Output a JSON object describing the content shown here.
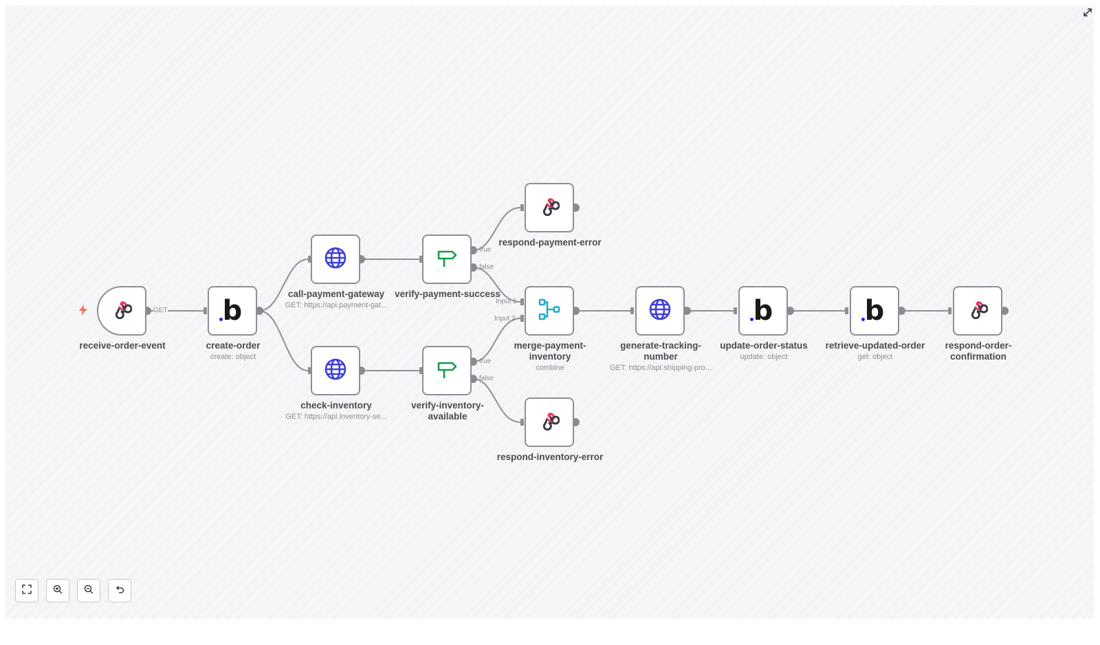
{
  "workflow": {
    "nodes": [
      {
        "id": "receive-order-event",
        "title": "receive-order-event",
        "subtitle": "",
        "icon": "webhook-icon"
      },
      {
        "id": "create-order",
        "title": "create-order",
        "subtitle": "create: object",
        "icon": "b-logo-icon"
      },
      {
        "id": "call-payment-gateway",
        "title": "call-payment-gateway",
        "subtitle": "GET: https://api.payment-gat...",
        "icon": "globe-icon"
      },
      {
        "id": "check-inventory",
        "title": "check-inventory",
        "subtitle": "GET: https://api.inventory-se...",
        "icon": "globe-icon"
      },
      {
        "id": "verify-payment-success",
        "title": "verify-payment-success",
        "subtitle": "",
        "icon": "signpost-icon"
      },
      {
        "id": "verify-inventory-available",
        "title": "verify-inventory-\navailable",
        "subtitle": "",
        "icon": "signpost-icon"
      },
      {
        "id": "respond-payment-error",
        "title": "respond-payment-error",
        "subtitle": "",
        "icon": "webhook-icon"
      },
      {
        "id": "merge-payment-inventory",
        "title": "merge-payment-\ninventory",
        "subtitle": "combine",
        "icon": "merge-icon"
      },
      {
        "id": "respond-inventory-error",
        "title": "respond-inventory-error",
        "subtitle": "",
        "icon": "webhook-icon"
      },
      {
        "id": "generate-tracking-number",
        "title": "generate-tracking-\nnumber",
        "subtitle": "GET: https://api.shipping-pro...",
        "icon": "globe-icon"
      },
      {
        "id": "update-order-status",
        "title": "update-order-status",
        "subtitle": "update: object",
        "icon": "b-logo-icon"
      },
      {
        "id": "retrieve-updated-order",
        "title": "retrieve-updated-order",
        "subtitle": "get: object",
        "icon": "b-logo-icon"
      },
      {
        "id": "respond-order-confirmation",
        "title": "respond-order-\nconfirmation",
        "subtitle": "",
        "icon": "webhook-icon"
      }
    ],
    "edge_labels": {
      "get": "GET",
      "payment_true": "true",
      "payment_false": "false",
      "inventory_true": "true",
      "inventory_false": "false",
      "input1": "Input 1",
      "input2": "Input 2"
    },
    "trigger_icon": "lightning-icon"
  },
  "controls": {
    "fit_view": "fit-view-icon",
    "zoom_in": "zoom-in-icon",
    "zoom_out": "zoom-out-icon",
    "reset": "undo-icon",
    "fullscreen": "expand-icon"
  },
  "colors": {
    "webhook_red": "#e8375a",
    "webhook_dark": "#3a3a44",
    "globe_blue": "#3f3fd8",
    "signpost_green": "#139a4a",
    "merge_teal": "#2aa9c6",
    "b_dot_blue": "#1f24e0",
    "edge_gray": "#8e8e96"
  }
}
